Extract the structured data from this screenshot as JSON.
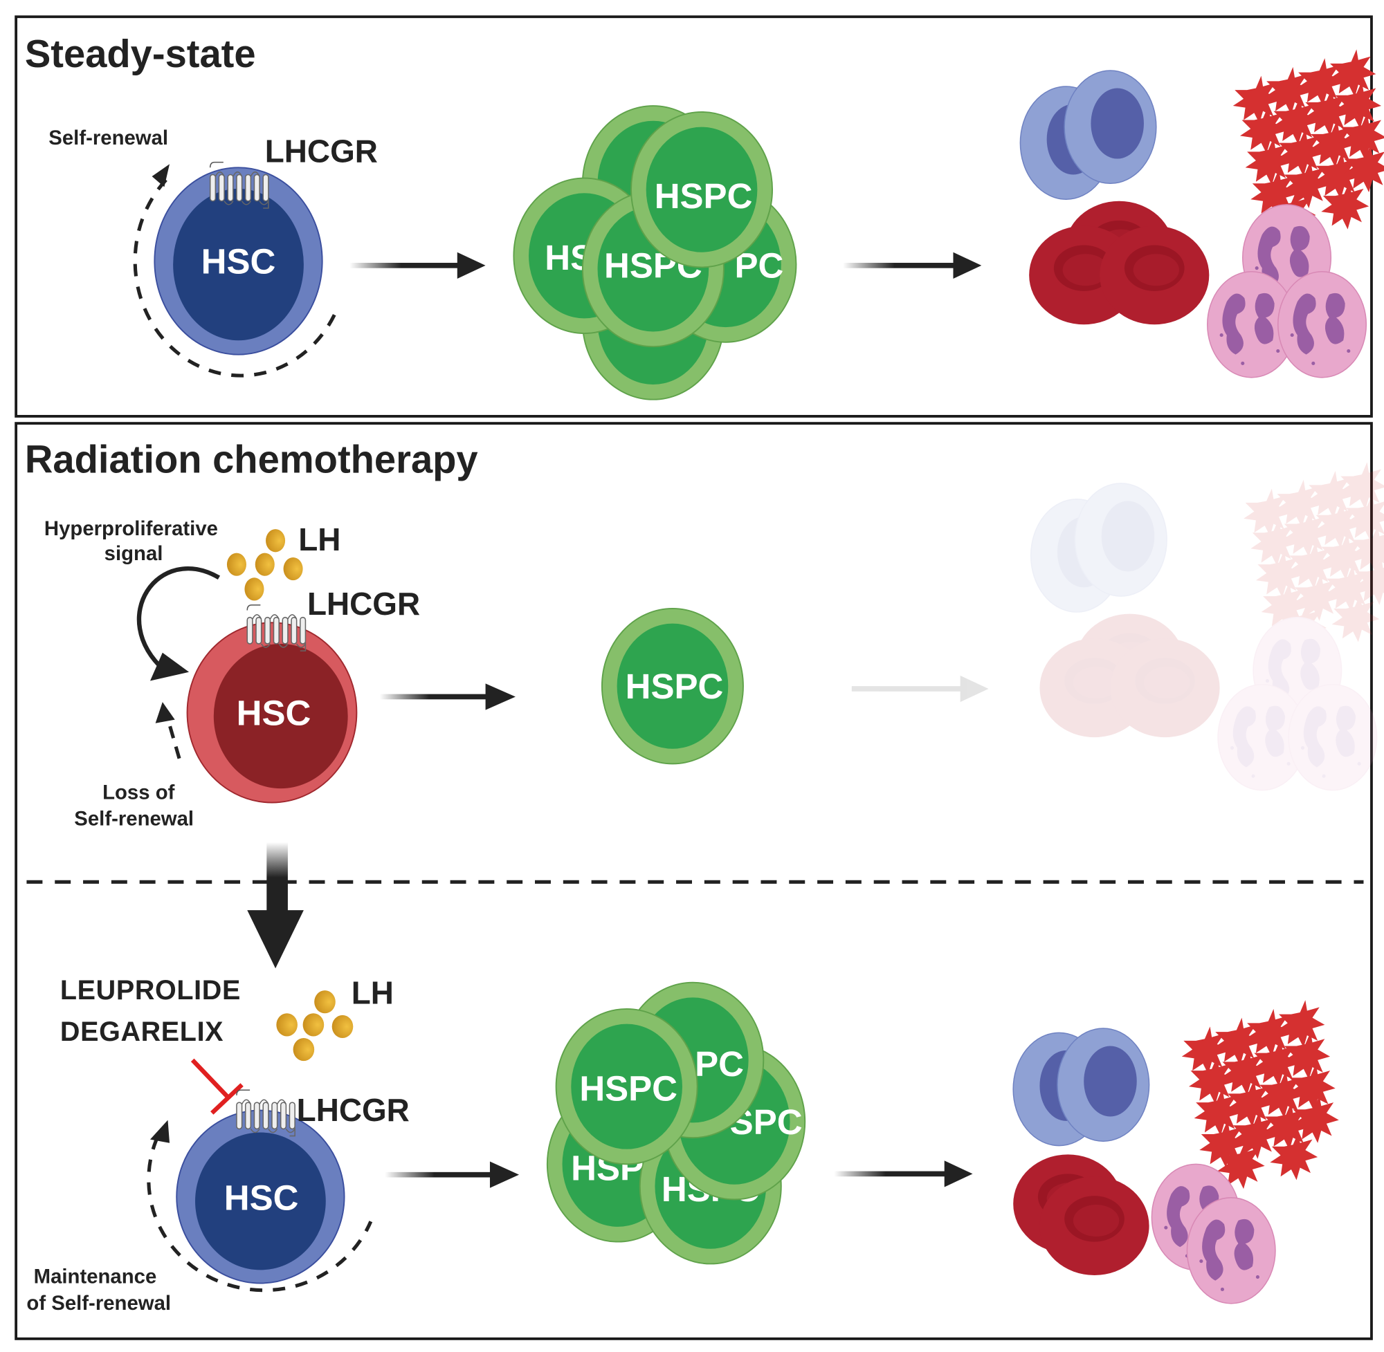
{
  "panels": {
    "steady": {
      "title": "Steady-state",
      "self_renewal": "Self-renewal",
      "receptor": "LHCGR",
      "hsc": "HSC",
      "hspc": "HSPC"
    },
    "radiation": {
      "title": "Radiation chemotherapy",
      "hyper_line1": "Hyperproliferative",
      "hyper_line2": "signal",
      "ligand": "LH",
      "receptor": "LHCGR",
      "hsc": "HSC",
      "hspc": "HSPC",
      "loss_line1": "Loss of",
      "loss_line2": "Self-renewal"
    },
    "treatment": {
      "drug1": "LEUPROLIDE",
      "drug2": "DEGARELIX",
      "ligand": "LH",
      "receptor": "LHCGR",
      "hsc": "HSC",
      "hspc": "HSPC",
      "maint_line1": "Maintenance",
      "maint_line2": "of Self-renewal"
    }
  },
  "colors": {
    "hsc_blue_outer": "#6a7fbf",
    "hsc_blue_inner": "#22407e",
    "hsc_red_outer": "#d75a5f",
    "hsc_red_inner": "#8b2226",
    "hspc_outer": "#86bf6a",
    "hspc_inner": "#2ea44f",
    "lh_gold": "#d9a02a",
    "inhibit_red": "#e02020",
    "rbc": "#b01f2e",
    "lymph_outer": "#8fa1d4",
    "lymph_inner": "#5560a8",
    "platelet": "#d53030",
    "neutro": "#e8a8cc",
    "neutro_nuc": "#9a5ea4"
  }
}
